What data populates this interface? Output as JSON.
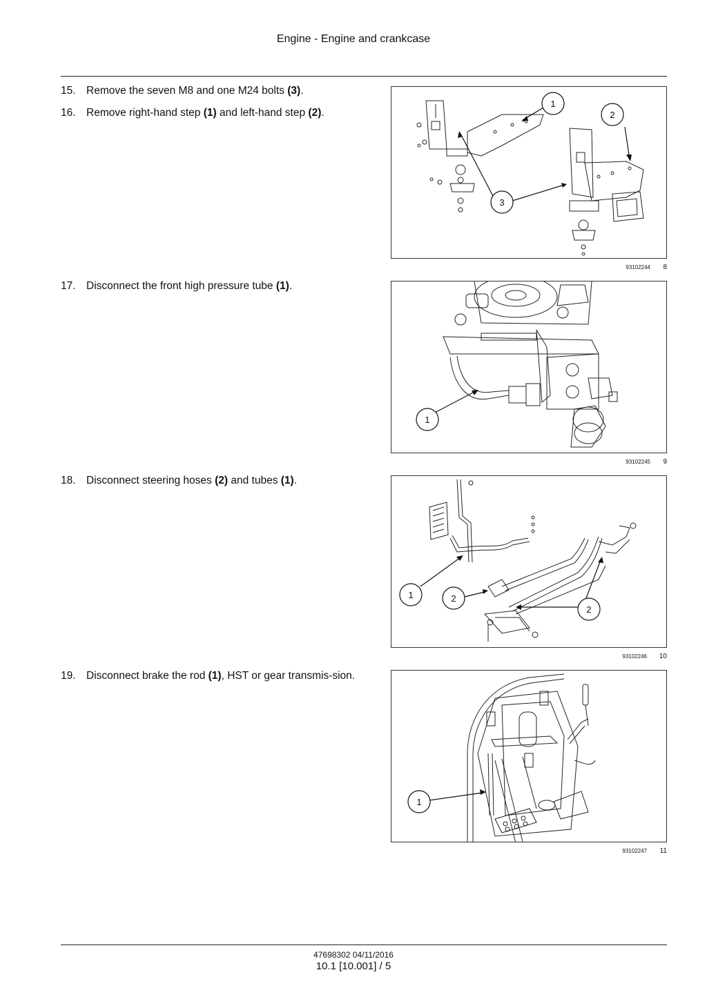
{
  "header": {
    "title": "Engine - Engine and crankcase"
  },
  "steps": [
    {
      "num": "15.",
      "pre": "Remove the seven M8 and one M24 bolts ",
      "b1": "(3)",
      "mid": ".",
      "b2": "",
      "post": ""
    },
    {
      "num": "16.",
      "pre": "Remove right-hand step ",
      "b1": "(1)",
      "mid": " and left-hand step ",
      "b2": "(2)",
      "post": "."
    },
    {
      "num": "17.",
      "pre": "Disconnect the front high pressure tube ",
      "b1": "(1)",
      "mid": ".",
      "b2": "",
      "post": ""
    },
    {
      "num": "18.",
      "pre": "Disconnect steering hoses ",
      "b1": "(2)",
      "mid": " and tubes ",
      "b2": "(1)",
      "post": "."
    },
    {
      "num": "19.",
      "pre": "Disconnect brake the rod ",
      "b1": "(1)",
      "mid": ", HST or gear transmis-sion.",
      "b2": "",
      "post": ""
    }
  ],
  "figures": [
    {
      "id": "93102244",
      "num": "8",
      "callouts": [
        "1",
        "2",
        "3"
      ]
    },
    {
      "id": "93102245",
      "num": "9",
      "callouts": [
        "1"
      ]
    },
    {
      "id": "93102246",
      "num": "10",
      "callouts": [
        "1",
        "2",
        "2"
      ]
    },
    {
      "id": "93102247",
      "num": "11",
      "callouts": [
        "1"
      ]
    }
  ],
  "footer": {
    "doc": "47698302 04/11/2016",
    "page": "10.1 [10.001] / 5"
  }
}
